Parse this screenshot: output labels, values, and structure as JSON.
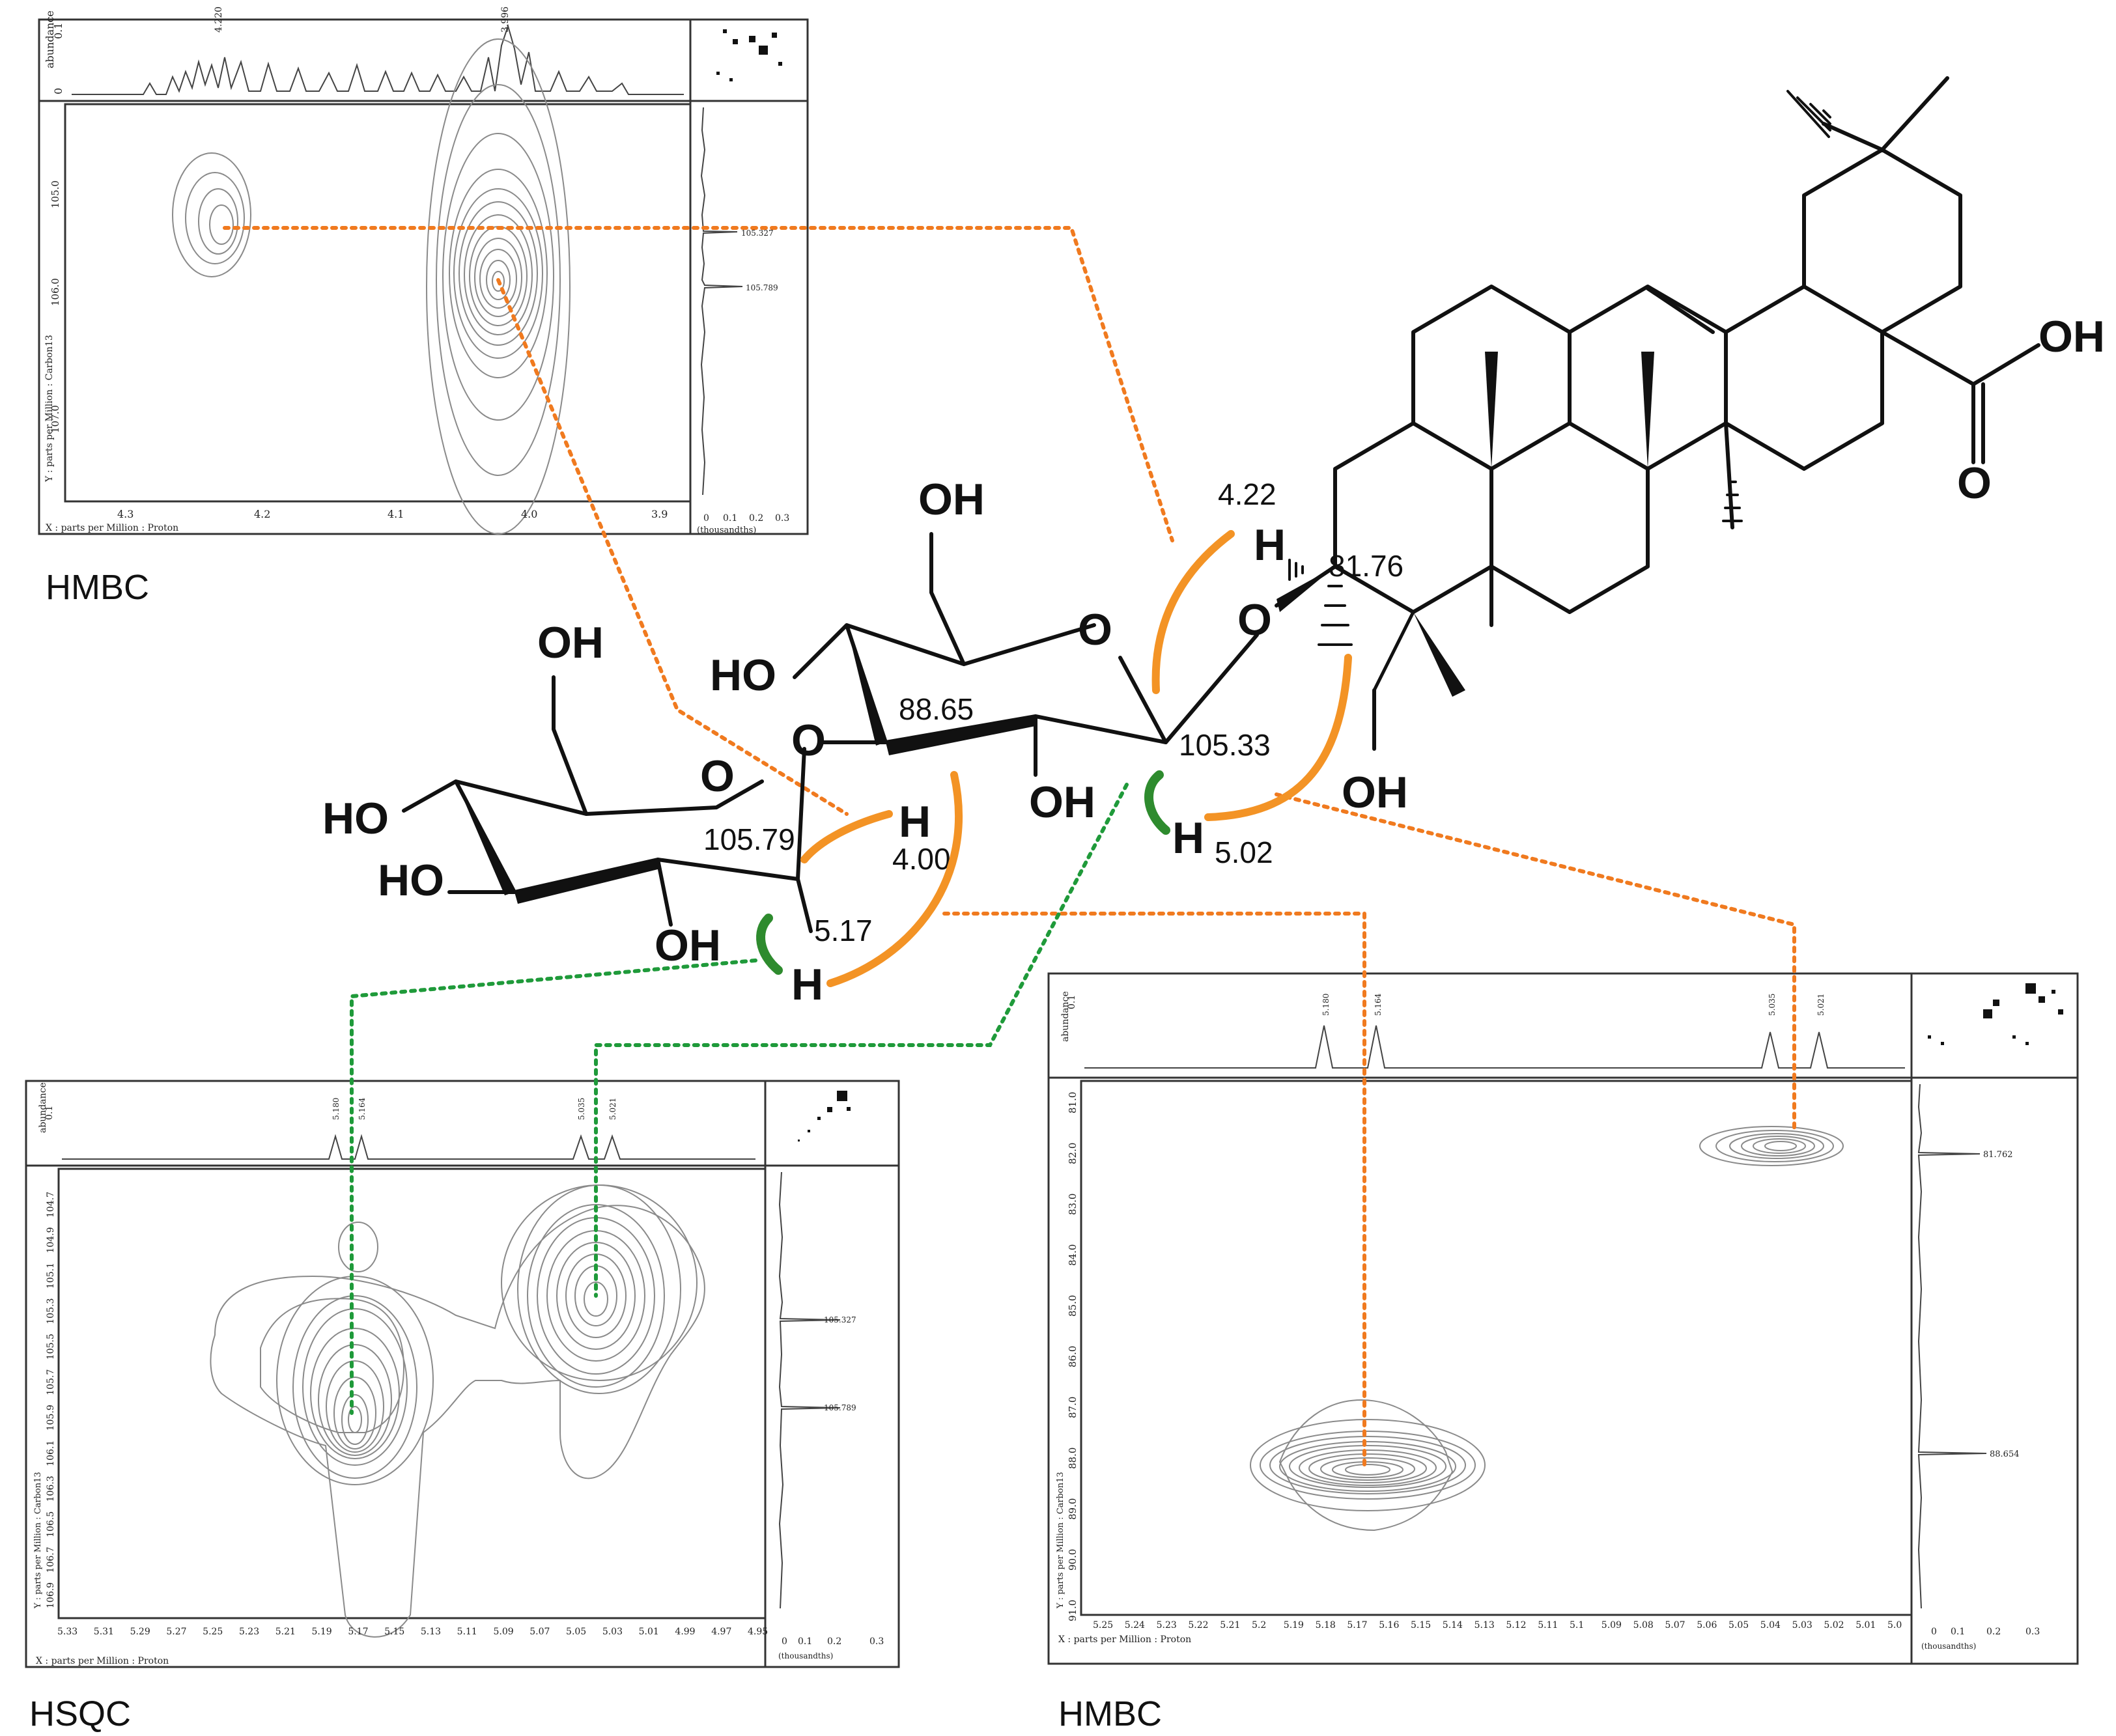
{
  "panels": {
    "hmbc_top": {
      "title": "HMBC",
      "y_axis_label": "Y : parts per Million : Carbon13",
      "x_axis_label": "X : parts per Million : Proton",
      "abundance_label": "abundance",
      "abundance_tick": "0.1",
      "abundance_zero": "0",
      "x_ticks": [
        "4.3",
        "4.2",
        "4.1",
        "4.0",
        "3.9"
      ],
      "y_ticks": [
        "105.0",
        "106.0",
        "107.0"
      ],
      "side_ticks": [
        "0",
        "0.1",
        "0.2",
        "0.3"
      ],
      "side_unit": "(thousandths)",
      "peak_labels": [
        "105.327",
        "105.789"
      ],
      "top_peak_labels": [
        "4.220",
        "3.996"
      ]
    },
    "hsqc": {
      "title": "HSQC",
      "y_axis_label": "Y : parts per Million : Carbon13",
      "x_axis_label": "X : parts per Million : Proton",
      "abundance_label": "abundance",
      "abundance_tick": "0.1",
      "x_ticks": [
        "5.33",
        "5.31",
        "5.29",
        "5.27",
        "5.25",
        "5.23",
        "5.21",
        "5.19",
        "5.17",
        "5.15",
        "5.13",
        "5.11",
        "5.09",
        "5.07",
        "5.05",
        "5.03",
        "5.01",
        "4.99",
        "4.97",
        "4.95"
      ],
      "y_ticks": [
        "104.7",
        "104.9",
        "105.1",
        "105.3",
        "105.5",
        "105.7",
        "105.9",
        "106.1",
        "106.3",
        "106.5",
        "106.7",
        "106.9"
      ],
      "side_ticks": [
        "0",
        "0.1",
        "0.2",
        "0.3"
      ],
      "side_unit": "(thousandths)",
      "peak_labels": [
        "105.327",
        "105.789"
      ],
      "top_peak_labels": [
        "5.180",
        "5.164",
        "5.035",
        "5.021"
      ]
    },
    "hmbc_bottom": {
      "title": "HMBC",
      "y_axis_label": "Y : parts per Million : Carbon13",
      "x_axis_label": "X : parts per Million : Proton",
      "abundance_label": "abundance",
      "abundance_tick": "0.1",
      "x_ticks": [
        "5.25",
        "5.24",
        "5.23",
        "5.22",
        "5.21",
        "5.2",
        "5.19",
        "5.18",
        "5.17",
        "5.16",
        "5.15",
        "5.14",
        "5.13",
        "5.12",
        "5.11",
        "5.1",
        "5.09",
        "5.08",
        "5.07",
        "5.06",
        "5.05",
        "5.04",
        "5.03",
        "5.02",
        "5.01",
        "5.0"
      ],
      "y_ticks": [
        "81.0",
        "82.0",
        "83.0",
        "84.0",
        "85.0",
        "86.0",
        "87.0",
        "88.0",
        "89.0",
        "90.0",
        "91.0"
      ],
      "side_ticks": [
        "0",
        "0.1",
        "0.2",
        "0.3"
      ],
      "side_unit": "(thousandths)",
      "peak_labels": [
        "81.762",
        "88.654"
      ],
      "top_peak_labels": [
        "5.180",
        "5.164",
        "5.035",
        "5.021"
      ]
    }
  },
  "molecule": {
    "groups": {
      "oh": "OH",
      "ho": "HO",
      "o": "O",
      "h": "H"
    },
    "shifts": {
      "c3": "81.76",
      "c1_inner": "105.33",
      "c1_outer": "105.79",
      "c2_inner": "88.65",
      "h1_inner": "5.02",
      "h1_outer": "5.17",
      "h2_inner": "4.00",
      "h3": "4.22"
    }
  },
  "colors": {
    "hmbc_arrow": "#F39325",
    "hsqc_arrow": "#2E8B2E",
    "hmbc_link": "#F07A1F",
    "hsqc_link": "#1F9A3A",
    "contour": "#8a8a8a",
    "frame": "#333333",
    "bond": "#111111"
  }
}
